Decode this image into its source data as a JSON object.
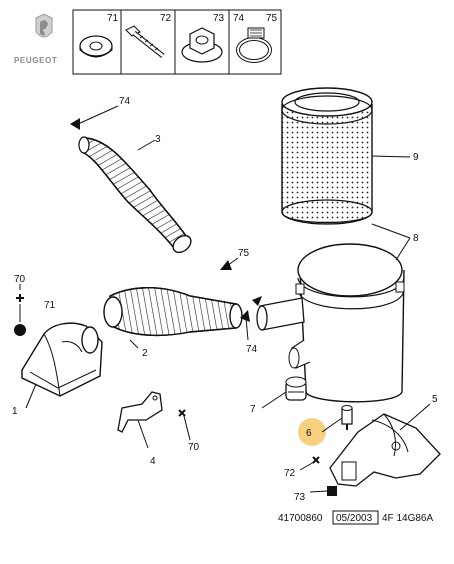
{
  "brand": {
    "name": "PEUGEOT"
  },
  "header_parts": [
    {
      "ref": "71",
      "icon": "flat-washer-icon"
    },
    {
      "ref": "72",
      "icon": "bolt-icon"
    },
    {
      "ref": "73",
      "icon": "flanged-nut-icon"
    },
    {
      "ref": "74",
      "icon": "hose-clamp-icon"
    },
    {
      "ref": "75",
      "icon": "hose-clamp-icon"
    }
  ],
  "callouts": {
    "c1": "1",
    "c2": "2",
    "c3": "3",
    "c4": "4",
    "c5": "5",
    "c6": "6",
    "c7": "7",
    "c8": "8",
    "c9": "9",
    "c70a": "70",
    "c71": "71",
    "c70b": "70",
    "c72": "72",
    "c73": "73",
    "c74a": "74",
    "c74b": "74",
    "c75": "75"
  },
  "footer": {
    "ref": "41700860",
    "date": "05/2003",
    "code": "4F 14G86A"
  },
  "colors": {
    "line": "#111111",
    "highlight": "#f6c86a",
    "logo": "#9a9a9a"
  }
}
